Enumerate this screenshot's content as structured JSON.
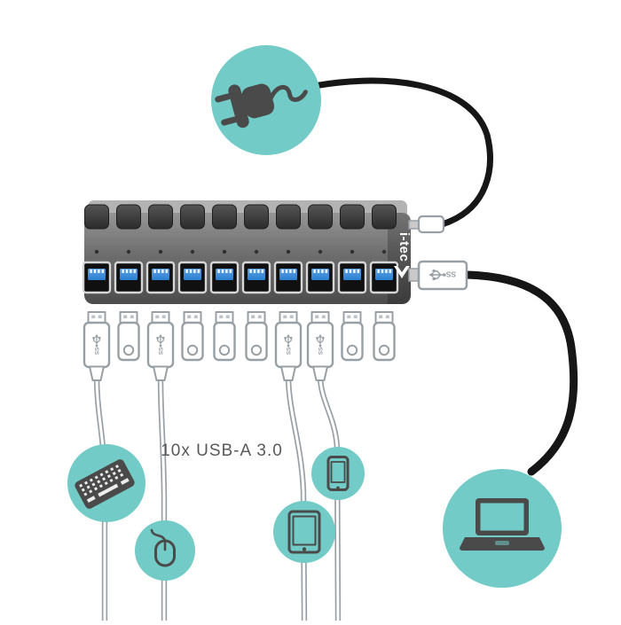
{
  "diagram": {
    "brand_logo": "i-tec",
    "caption": "10x USB-A 3.0",
    "usb3_logo_text": "SS",
    "port_count": 10,
    "plug_styles": [
      "cable",
      "dongle",
      "cable",
      "dongle",
      "dongle",
      "dongle",
      "cable",
      "cable",
      "dongle",
      "dongle"
    ],
    "devices": [
      "power-plug",
      "keyboard",
      "mouse",
      "tablet",
      "smartphone",
      "laptop"
    ],
    "colors": {
      "teal": "#72CBC6",
      "icon_dark": "#4A4A4A",
      "hub_body": "#6E6E6E",
      "usb_blue": "#2B7FD0",
      "cable_black": "#161616",
      "outline_gray": "#98A0A6",
      "caption_gray": "#5A5A5A"
    }
  }
}
